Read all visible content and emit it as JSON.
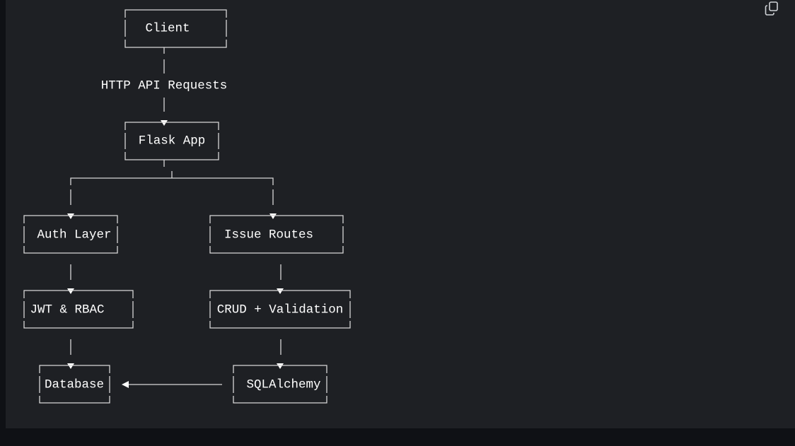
{
  "toolbar": {
    "copy_icon": "copy-icon"
  },
  "diagram": {
    "nodes": {
      "client": "Client",
      "flask_app": "Flask App",
      "auth_layer": "Auth Layer",
      "issue_routes": "Issue Routes",
      "jwt_rbac": "JWT & RBAC",
      "crud_validation": "CRUD + Validation",
      "database": "Database",
      "sqlalchemy": "SQLAlchemy"
    },
    "edge_labels": {
      "http_requests": "HTTP API Requests"
    }
  },
  "colors": {
    "page_background": "#0f1115",
    "panel_background": "#1e2024",
    "text": "#ffffff",
    "lines": "#d7d7d7"
  }
}
